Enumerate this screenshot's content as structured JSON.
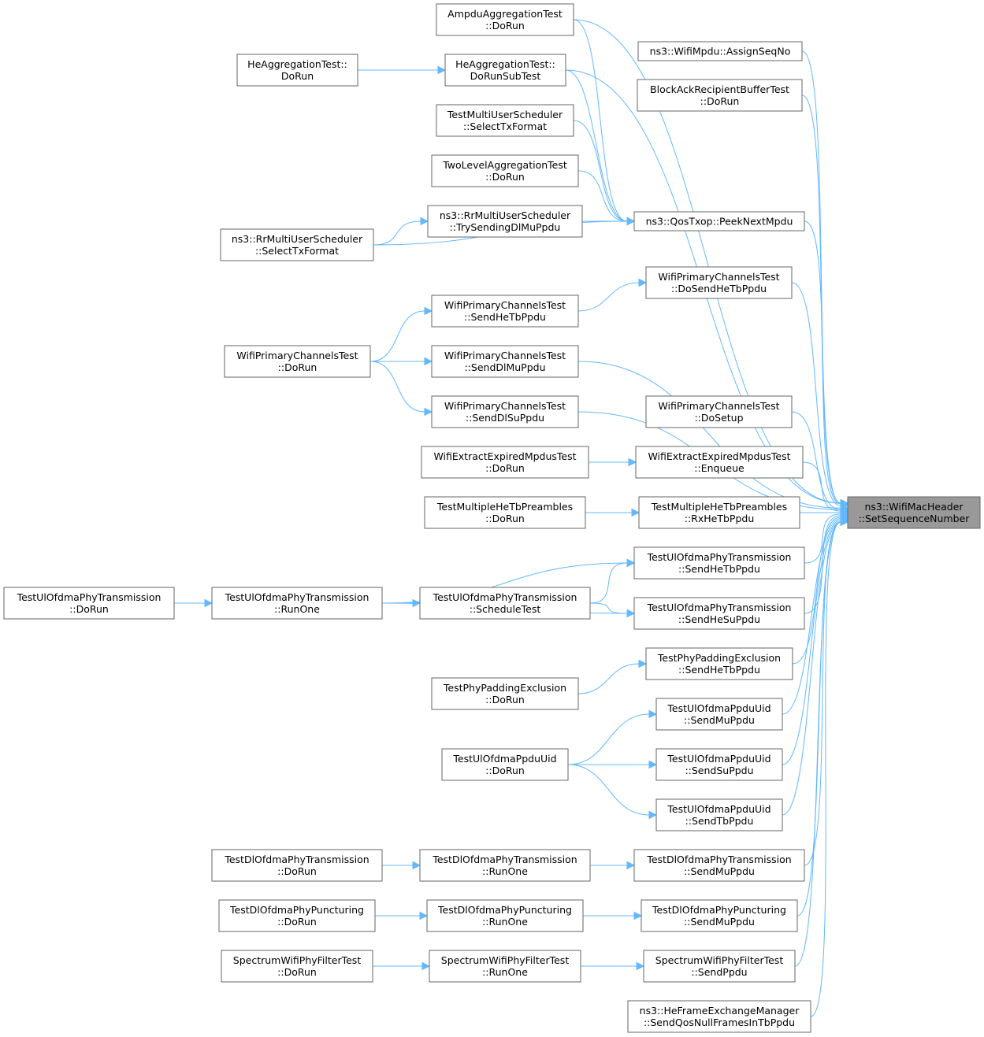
{
  "graph": {
    "root": "ns3::WifiMacHeader\n::SetSequenceNumber",
    "nodes": [
      {
        "id": "root",
        "label": [
          "ns3::WifiMacHeader",
          "::SetSequenceNumber"
        ]
      },
      {
        "id": "ampdu",
        "label": [
          "AmpduAggregationTest",
          "::DoRun"
        ]
      },
      {
        "id": "assignseq",
        "label": [
          "ns3::WifiMpdu::AssignSeqNo"
        ]
      },
      {
        "id": "heagg_dorun",
        "label": [
          "HeAggregationTest::",
          "DoRun"
        ]
      },
      {
        "id": "heagg_sub",
        "label": [
          "HeAggregationTest::",
          "DoRunSubTest"
        ]
      },
      {
        "id": "blockack",
        "label": [
          "BlockAckRecipientBufferTest",
          "::DoRun"
        ]
      },
      {
        "id": "tmus_select",
        "label": [
          "TestMultiUserScheduler",
          "::SelectTxFormat"
        ]
      },
      {
        "id": "twolevel",
        "label": [
          "TwoLevelAggregationTest",
          "::DoRun"
        ]
      },
      {
        "id": "rr_try",
        "label": [
          "ns3::RrMultiUserScheduler",
          "::TrySendingDlMuPpdu"
        ]
      },
      {
        "id": "peek",
        "label": [
          "ns3::QosTxop::PeekNextMpdu"
        ]
      },
      {
        "id": "rr_select",
        "label": [
          "ns3::RrMultiUserScheduler",
          "::SelectTxFormat"
        ]
      },
      {
        "id": "wpc_dosendhetb",
        "label": [
          "WifiPrimaryChannelsTest",
          "::DoSendHeTbPpdu"
        ]
      },
      {
        "id": "wpc_sendhetb",
        "label": [
          "WifiPrimaryChannelsTest",
          "::SendHeTbPpdu"
        ]
      },
      {
        "id": "wpc_dorun",
        "label": [
          "WifiPrimaryChannelsTest",
          "::DoRun"
        ]
      },
      {
        "id": "wpc_senddlmu",
        "label": [
          "WifiPrimaryChannelsTest",
          "::SendDlMuPpdu"
        ]
      },
      {
        "id": "wpc_senddlsu",
        "label": [
          "WifiPrimaryChannelsTest",
          "::SendDlSuPpdu"
        ]
      },
      {
        "id": "wpc_dosetup",
        "label": [
          "WifiPrimaryChannelsTest",
          "::DoSetup"
        ]
      },
      {
        "id": "weem_dorun",
        "label": [
          "WifiExtractExpiredMpdusTest",
          "::DoRun"
        ]
      },
      {
        "id": "weem_enq",
        "label": [
          "WifiExtractExpiredMpdusTest",
          "::Enqueue"
        ]
      },
      {
        "id": "tmhtb_dorun",
        "label": [
          "TestMultipleHeTbPreambles",
          "::DoRun"
        ]
      },
      {
        "id": "tmhtb_rx",
        "label": [
          "TestMultipleHeTbPreambles",
          "::RxHeTbPpdu"
        ]
      },
      {
        "id": "tuopt_sendhetb",
        "label": [
          "TestUlOfdmaPhyTransmission",
          "::SendHeTbPpdu"
        ]
      },
      {
        "id": "tuopt_dorun",
        "label": [
          "TestUlOfdmaPhyTransmission",
          "::DoRun"
        ]
      },
      {
        "id": "tuopt_runone",
        "label": [
          "TestUlOfdmaPhyTransmission",
          "::RunOne"
        ]
      },
      {
        "id": "tuopt_sched",
        "label": [
          "TestUlOfdmaPhyTransmission",
          "::ScheduleTest"
        ]
      },
      {
        "id": "tuopt_sendhesu",
        "label": [
          "TestUlOfdmaPhyTransmission",
          "::SendHeSuPpdu"
        ]
      },
      {
        "id": "tppe_send",
        "label": [
          "TestPhyPaddingExclusion",
          "::SendHeTbPpdu"
        ]
      },
      {
        "id": "tppe_dorun",
        "label": [
          "TestPhyPaddingExclusion",
          "::DoRun"
        ]
      },
      {
        "id": "tupu_sendmu",
        "label": [
          "TestUlOfdmaPpduUid",
          "::SendMuPpdu"
        ]
      },
      {
        "id": "tupu_dorun",
        "label": [
          "TestUlOfdmaPpduUid",
          "::DoRun"
        ]
      },
      {
        "id": "tupu_sendsu",
        "label": [
          "TestUlOfdmaPpduUid",
          "::SendSuPpdu"
        ]
      },
      {
        "id": "tupu_sendtb",
        "label": [
          "TestUlOfdmaPpduUid",
          "::SendTbPpdu"
        ]
      },
      {
        "id": "tdopt_dorun",
        "label": [
          "TestDlOfdmaPhyTransmission",
          "::DoRun"
        ]
      },
      {
        "id": "tdopt_runone",
        "label": [
          "TestDlOfdmaPhyTransmission",
          "::RunOne"
        ]
      },
      {
        "id": "tdopt_sendmu",
        "label": [
          "TestDlOfdmaPhyTransmission",
          "::SendMuPpdu"
        ]
      },
      {
        "id": "tdopp_dorun",
        "label": [
          "TestDlOfdmaPhyPuncturing",
          "::DoRun"
        ]
      },
      {
        "id": "tdopp_runone",
        "label": [
          "TestDlOfdmaPhyPuncturing",
          "::RunOne"
        ]
      },
      {
        "id": "tdopp_sendmu",
        "label": [
          "TestDlOfdmaPhyPuncturing",
          "::SendMuPpdu"
        ]
      },
      {
        "id": "swpf_dorun",
        "label": [
          "SpectrumWifiPhyFilterTest",
          "::DoRun"
        ]
      },
      {
        "id": "swpf_runone",
        "label": [
          "SpectrumWifiPhyFilterTest",
          "::RunOne"
        ]
      },
      {
        "id": "swpf_send",
        "label": [
          "SpectrumWifiPhyFilterTest",
          "::SendPpdu"
        ]
      },
      {
        "id": "hfem",
        "label": [
          "ns3::HeFrameExchangeManager",
          "::SendQosNullFramesInTbPpdu"
        ]
      }
    ],
    "edges": [
      [
        "ampdu",
        "root"
      ],
      [
        "assignseq",
        "root"
      ],
      [
        "heagg_sub",
        "root"
      ],
      [
        "blockack",
        "root"
      ],
      [
        "peek",
        "root"
      ],
      [
        "wpc_dosendhetb",
        "root"
      ],
      [
        "wpc_senddlmu",
        "root"
      ],
      [
        "wpc_senddlsu",
        "root"
      ],
      [
        "wpc_dosetup",
        "root"
      ],
      [
        "weem_enq",
        "root"
      ],
      [
        "tmhtb_rx",
        "root"
      ],
      [
        "tuopt_sendhetb",
        "root"
      ],
      [
        "tuopt_sendhesu",
        "root"
      ],
      [
        "tppe_send",
        "root"
      ],
      [
        "tupu_sendmu",
        "root"
      ],
      [
        "tupu_sendsu",
        "root"
      ],
      [
        "tupu_sendtb",
        "root"
      ],
      [
        "tdopt_sendmu",
        "root"
      ],
      [
        "tdopp_sendmu",
        "root"
      ],
      [
        "swpf_send",
        "root"
      ],
      [
        "hfem",
        "root"
      ],
      [
        "ampdu",
        "peek"
      ],
      [
        "heagg_sub",
        "peek"
      ],
      [
        "tmus_select",
        "peek"
      ],
      [
        "twolevel",
        "peek"
      ],
      [
        "rr_try",
        "peek"
      ],
      [
        "rr_select",
        "peek"
      ],
      [
        "heagg_dorun",
        "heagg_sub"
      ],
      [
        "rr_select",
        "rr_try"
      ],
      [
        "wpc_sendhetb",
        "wpc_dosendhetb"
      ],
      [
        "wpc_dorun",
        "wpc_sendhetb"
      ],
      [
        "wpc_dorun",
        "wpc_senddlmu"
      ],
      [
        "wpc_dorun",
        "wpc_senddlsu"
      ],
      [
        "weem_dorun",
        "weem_enq"
      ],
      [
        "tmhtb_dorun",
        "tmhtb_rx"
      ],
      [
        "tuopt_dorun",
        "tuopt_runone"
      ],
      [
        "tuopt_runone",
        "tuopt_sched"
      ],
      [
        "tuopt_runone",
        "tuopt_sendhetb"
      ],
      [
        "tuopt_runone",
        "tuopt_sendhesu"
      ],
      [
        "tuopt_sched",
        "tuopt_sendhetb"
      ],
      [
        "tuopt_sched",
        "tuopt_sendhesu"
      ],
      [
        "tppe_dorun",
        "tppe_send"
      ],
      [
        "tupu_dorun",
        "tupu_sendmu"
      ],
      [
        "tupu_dorun",
        "tupu_sendsu"
      ],
      [
        "tupu_dorun",
        "tupu_sendtb"
      ],
      [
        "tdopt_dorun",
        "tdopt_runone"
      ],
      [
        "tdopt_runone",
        "tdopt_sendmu"
      ],
      [
        "tdopp_dorun",
        "tdopp_runone"
      ],
      [
        "tdopp_runone",
        "tdopp_sendmu"
      ],
      [
        "swpf_dorun",
        "swpf_runone"
      ],
      [
        "swpf_runone",
        "swpf_send"
      ]
    ]
  },
  "colors": {
    "edge": "#63b8ff",
    "root_fill": "#999999",
    "node_border": "#666666"
  }
}
